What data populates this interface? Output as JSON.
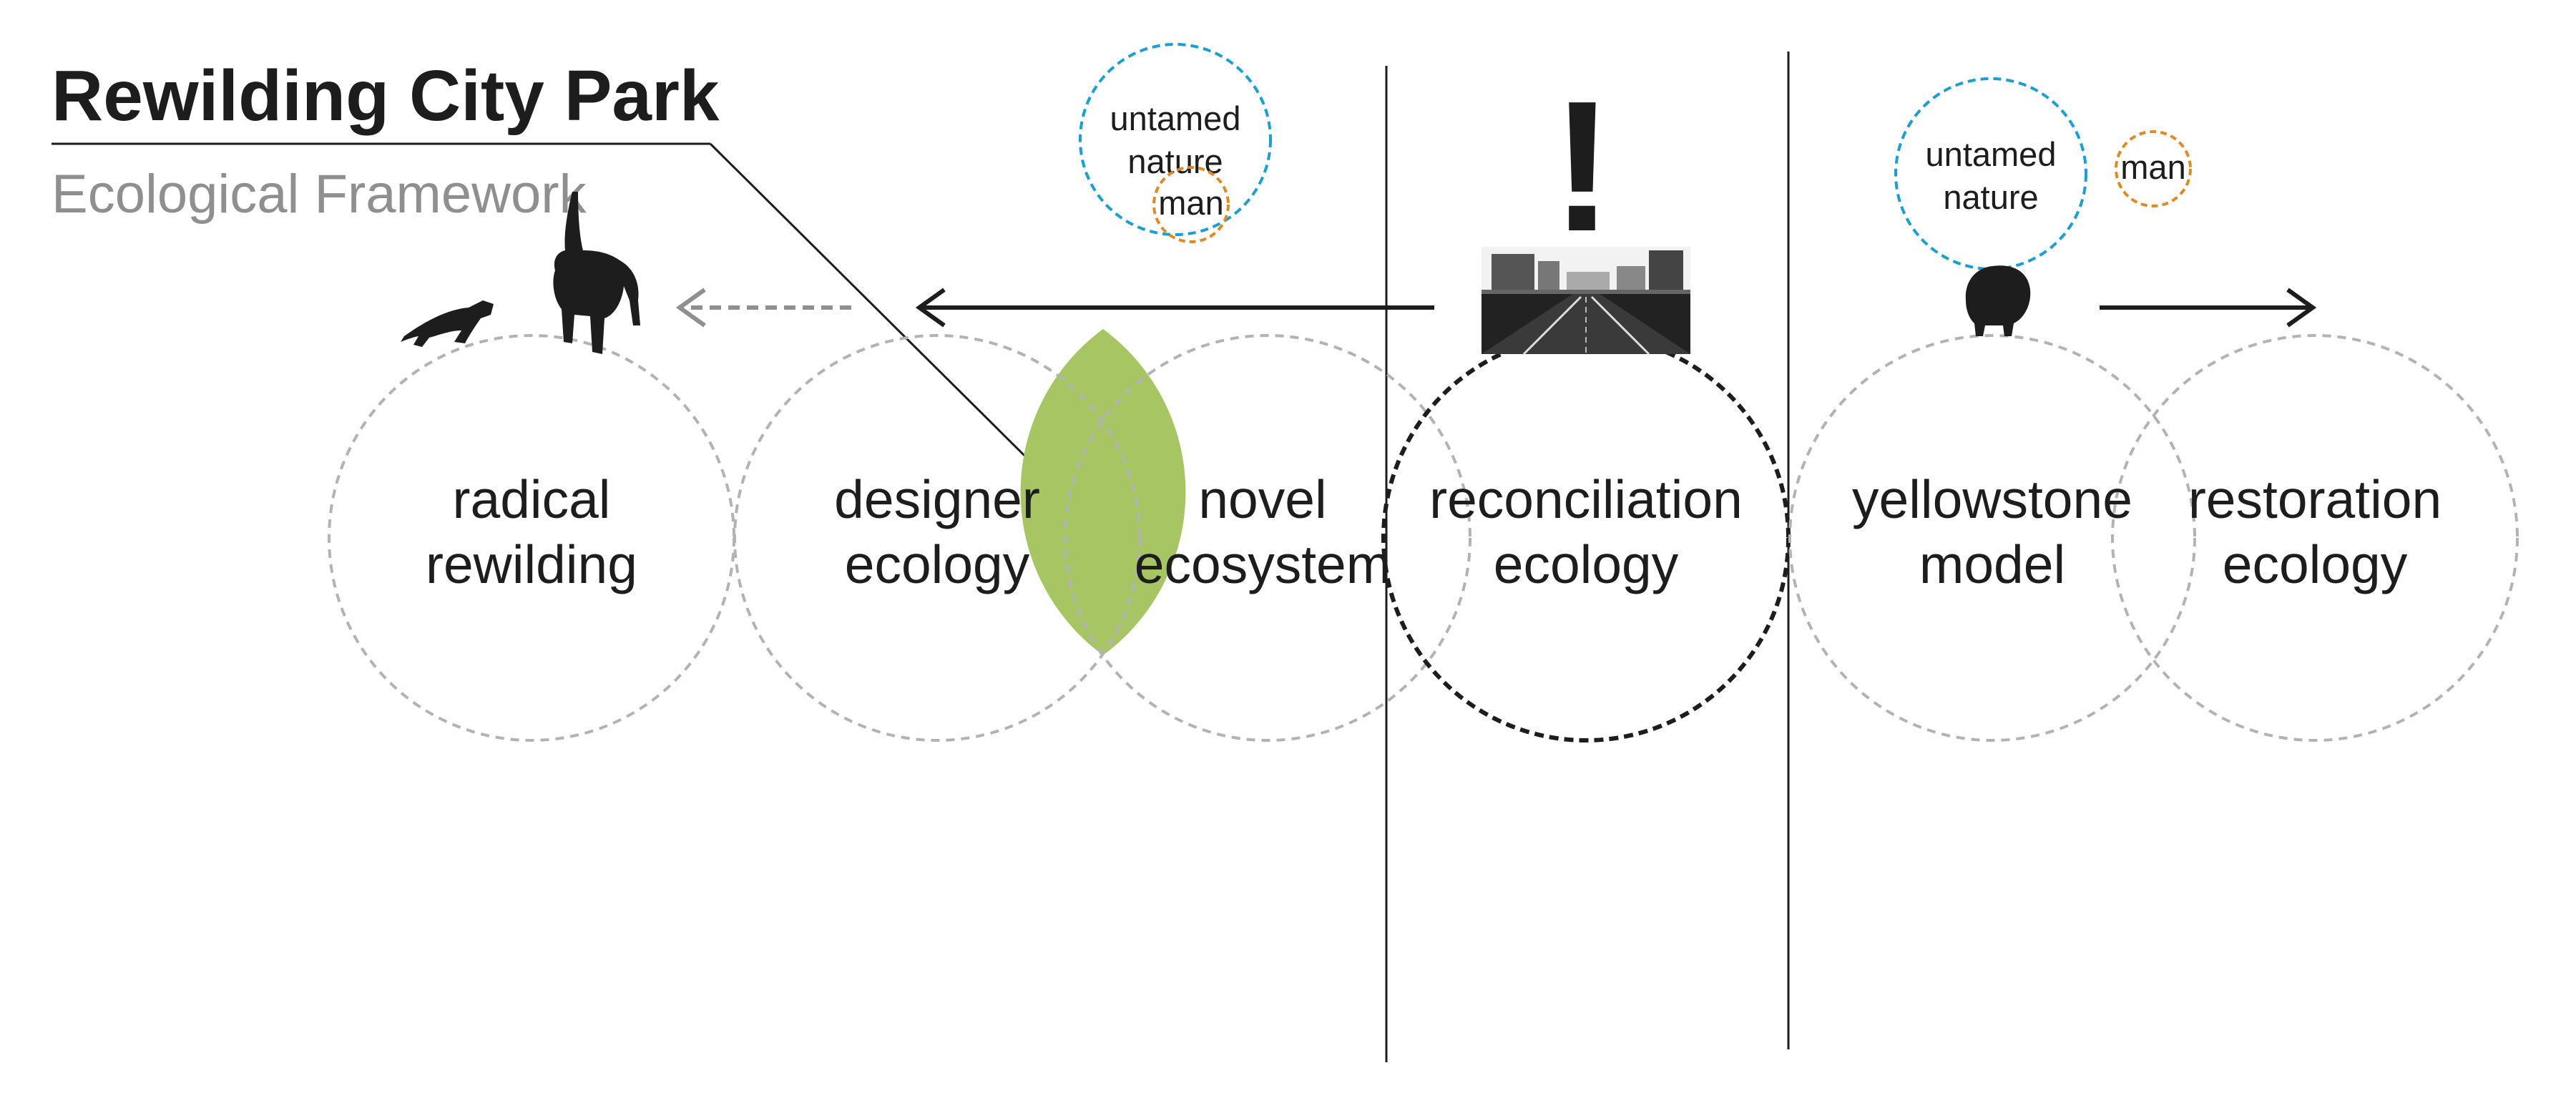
{
  "title": "Rewilding City Park",
  "subtitle": "Ecological Framework",
  "colors": {
    "overlap_fill": "#a7c663",
    "untamed_circle": "#1a9fd4",
    "man_circle": "#de8a25",
    "grey_circle": "#b3b3b3",
    "black_circle": "#1d1d1d"
  },
  "circles": [
    {
      "id": "radical",
      "line1": "radical",
      "line2": "rewilding"
    },
    {
      "id": "designer",
      "line1": "designer",
      "line2": "ecology"
    },
    {
      "id": "novel",
      "line1": "novel",
      "line2": "ecosystem"
    },
    {
      "id": "reconciliation",
      "line1": "reconciliation",
      "line2": "ecology"
    },
    {
      "id": "yellowstone",
      "line1": "yellowstone",
      "line2": "model"
    },
    {
      "id": "restoration",
      "line1": "restoration",
      "line2": "ecology"
    }
  ],
  "left_badge": {
    "untamed_line1": "untamed",
    "untamed_line2": "nature",
    "man": "man"
  },
  "right_badge": {
    "untamed_line1": "untamed",
    "untamed_line2": "nature",
    "man": "man"
  },
  "exclamation": "!",
  "icons": [
    "cheetah-icon",
    "elephant-icon",
    "bison-icon",
    "city-street-photo"
  ]
}
